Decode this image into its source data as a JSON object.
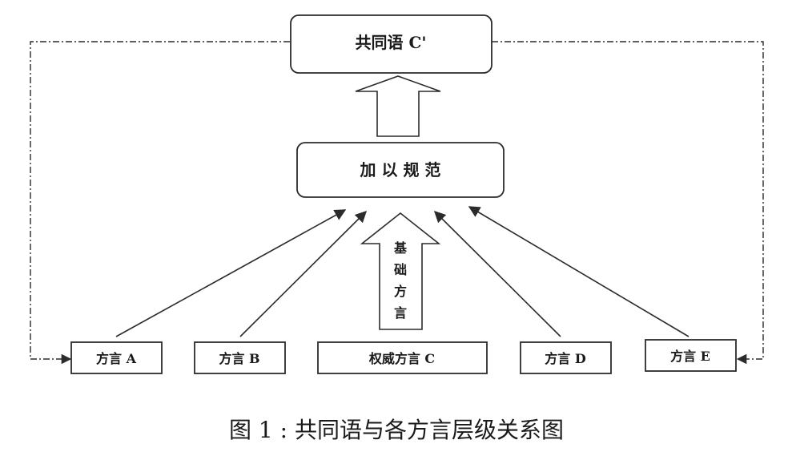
{
  "diagram": {
    "top_box": {
      "label": "共同语 C'"
    },
    "middle_box": {
      "label": "加 以 规 范"
    },
    "base_arrow": {
      "chars": [
        "基",
        "础",
        "方",
        "言"
      ]
    },
    "dialects": [
      {
        "label": "方言 A"
      },
      {
        "label": "方言 B"
      },
      {
        "label": "权威方言 C"
      },
      {
        "label": "方言 D"
      },
      {
        "label": "方言 E"
      }
    ]
  },
  "caption": "图 1 : 共同语与各方言层级关系图",
  "colors": {
    "stroke": "#2b2b2b",
    "text": "#1a1a1a",
    "background": "#ffffff"
  }
}
